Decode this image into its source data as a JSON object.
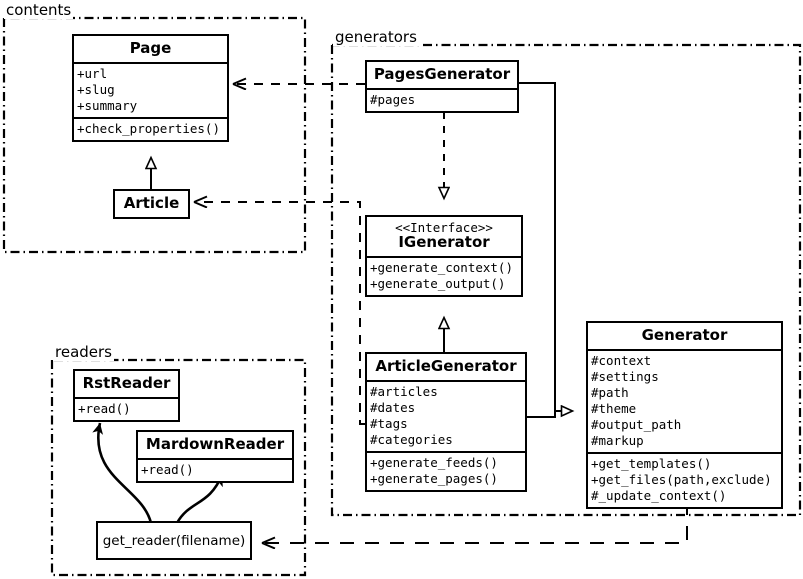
{
  "diagram": {
    "kind": "uml-class-diagram",
    "background": "#ffffff",
    "line_color": "#000000"
  },
  "packages": [
    {
      "id": "contents",
      "label": "contents"
    },
    {
      "id": "generators",
      "label": "generators"
    },
    {
      "id": "readers",
      "label": "readers"
    }
  ],
  "classes": {
    "page": {
      "name": "Page",
      "attributes": [
        "+url",
        "+slug",
        "+summary"
      ],
      "operations": [
        "+check_properties()"
      ]
    },
    "article": {
      "name": "Article",
      "attributes": [],
      "operations": []
    },
    "pages_generator": {
      "name": "PagesGenerator",
      "attributes": [
        "#pages"
      ],
      "operations": []
    },
    "igenerator": {
      "stereotype": "<<Interface>>",
      "name": "IGenerator",
      "attributes": [],
      "operations": [
        "+generate_context()",
        "+generate_output()"
      ]
    },
    "article_generator": {
      "name": "ArticleGenerator",
      "attributes": [
        "#articles",
        "#dates",
        "#tags",
        "#categories"
      ],
      "operations": [
        "+generate_feeds()",
        "+generate_pages()"
      ]
    },
    "generator": {
      "name": "Generator",
      "attributes": [
        "#context",
        "#settings",
        "#path",
        "#theme",
        "#output_path",
        "#markup"
      ],
      "operations": [
        "+get_templates()",
        "+get_files(path,exclude)",
        "#_update_context()"
      ]
    },
    "get_reader": {
      "name": "get_reader(filename)"
    },
    "rst_reader": {
      "name": "RstReader",
      "operations": [
        "+read()"
      ]
    },
    "mardown_reader": {
      "name": "MardownReader",
      "operations": [
        "+read()"
      ]
    }
  },
  "relationships": [
    {
      "from": "article",
      "to": "page",
      "type": "generalization",
      "style": "solid",
      "arrow": "hollow-triangle"
    },
    {
      "from": "pages_generator",
      "to": "igenerator",
      "type": "realization",
      "style": "dashed",
      "arrow": "hollow-triangle"
    },
    {
      "from": "article_generator",
      "to": "igenerator",
      "type": "generalization",
      "style": "solid",
      "arrow": "hollow-triangle"
    },
    {
      "from": "pages_generator",
      "to": "generator",
      "type": "generalization",
      "style": "solid",
      "arrow": "hollow-triangle"
    },
    {
      "from": "article_generator",
      "to": "generator",
      "type": "generalization",
      "style": "solid",
      "arrow": "hollow-triangle"
    },
    {
      "from": "pages_generator",
      "to": "page",
      "type": "dependency",
      "style": "dashed",
      "arrow": "open"
    },
    {
      "from": "article_generator",
      "to": "article",
      "type": "dependency",
      "style": "dashed",
      "arrow": "open"
    },
    {
      "from": "generator",
      "to": "get_reader",
      "type": "dependency",
      "style": "dashed",
      "arrow": "open"
    },
    {
      "from": "get_reader",
      "to": "rst_reader",
      "type": "call",
      "style": "solid-curve",
      "arrow": "solid-arrow"
    },
    {
      "from": "get_reader",
      "to": "mardown_reader",
      "type": "call",
      "style": "solid-curve",
      "arrow": "solid-arrow"
    }
  ]
}
